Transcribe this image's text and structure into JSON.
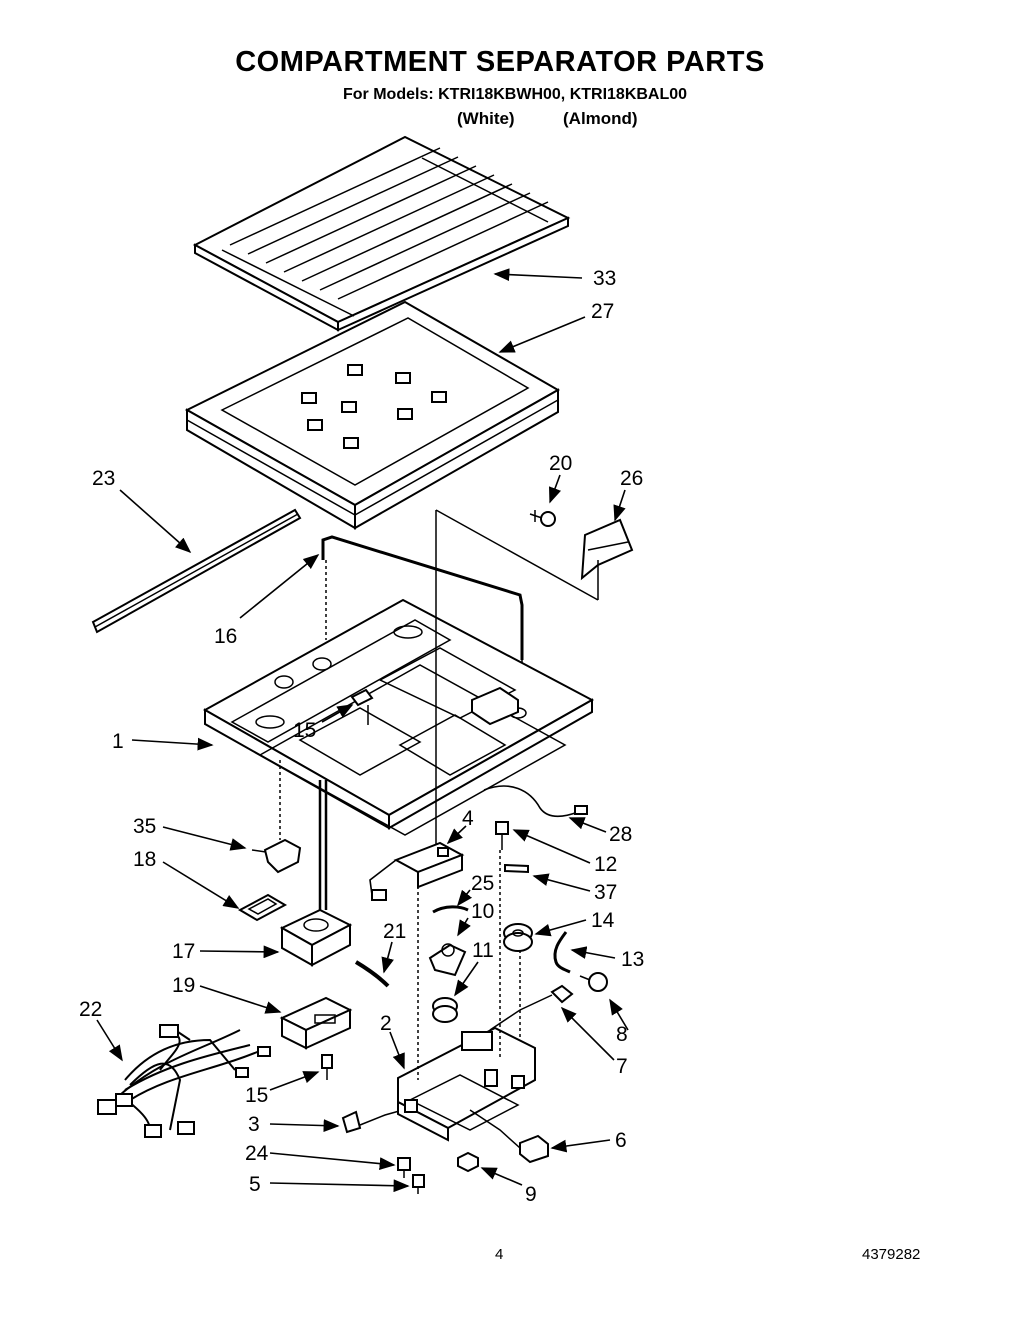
{
  "title": "COMPARTMENT SEPARATOR PARTS",
  "models_line": "For Models: KTRI18KBWH00, KTRI18KBAL00",
  "color_white": "(White)",
  "color_almond": "(Almond)",
  "page_number": "4",
  "document_number": "4379282",
  "callouts": {
    "c33": "33",
    "c27": "27",
    "c23": "23",
    "c20": "20",
    "c26": "26",
    "c16": "16",
    "c15a": "15",
    "c1": "1",
    "c35": "35",
    "c18": "18",
    "c17": "17",
    "c19": "19",
    "c22": "22",
    "c15b": "15",
    "c3": "3",
    "c24": "24",
    "c5": "5",
    "c4": "4",
    "c28": "28",
    "c12": "12",
    "c25": "25",
    "c37": "37",
    "c10": "10",
    "c14": "14",
    "c21": "21",
    "c11": "11",
    "c13": "13",
    "c2": "2",
    "c8": "8",
    "c7": "7",
    "c6": "6",
    "c9": "9"
  }
}
